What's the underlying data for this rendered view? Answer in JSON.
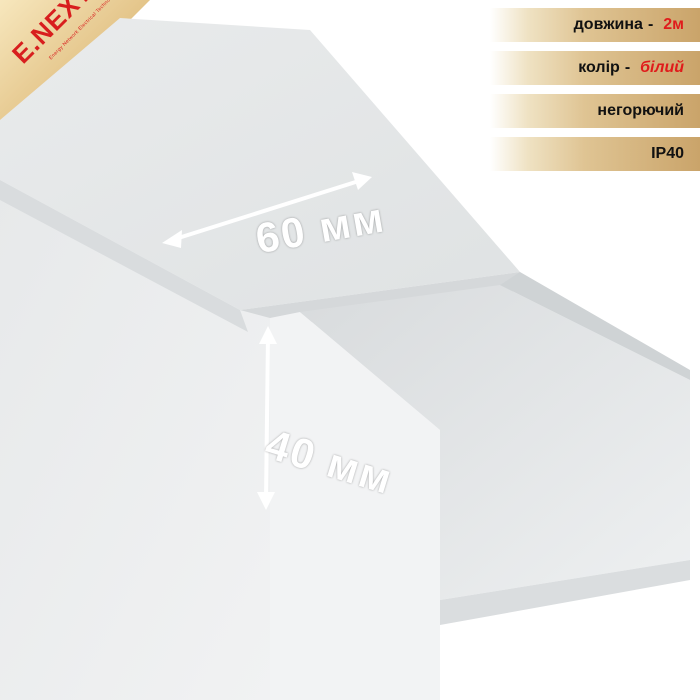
{
  "brand": {
    "logo_text": "E.NEXT",
    "tagline": "Energy Network Electrical Technologies"
  },
  "specs": [
    {
      "label": "довжина",
      "separator": "-",
      "value": "2м"
    },
    {
      "label": "колір",
      "separator": "-",
      "value": "білий"
    },
    {
      "label": "негорючий",
      "separator": "",
      "value": ""
    },
    {
      "label": "IP40",
      "separator": "",
      "value": ""
    }
  ],
  "dimensions": {
    "width_label": "60 мм",
    "height_label": "40 мм"
  },
  "colors": {
    "brand_red": "#d81e1e",
    "badge_gold": "#caa46a",
    "duct_white": "#eceeef"
  }
}
